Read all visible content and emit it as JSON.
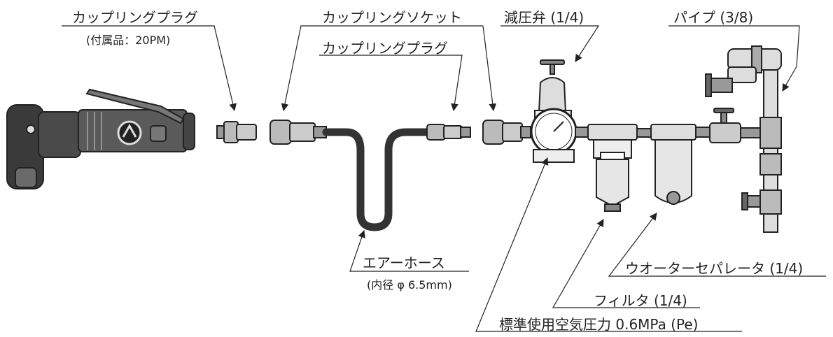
{
  "labels": {
    "coupling_plug_1": "カップリングプラグ",
    "coupling_plug_1_note": "(付属品：20PM)",
    "coupling_socket": "カップリングソケット",
    "coupling_plug_2": "カップリングプラグ",
    "reducing_valve": "減圧弁 (1/4)",
    "pipe": "パイプ (3/8)",
    "air_hose": "エアーホース",
    "air_hose_note": "(内径 φ 6.5mm)",
    "water_separator": "ウオーターセパレータ (1/4)",
    "filter": "フィルタ (1/4)",
    "standard_pressure": "標準使用空気圧力 0.6MPa (Pe)"
  }
}
